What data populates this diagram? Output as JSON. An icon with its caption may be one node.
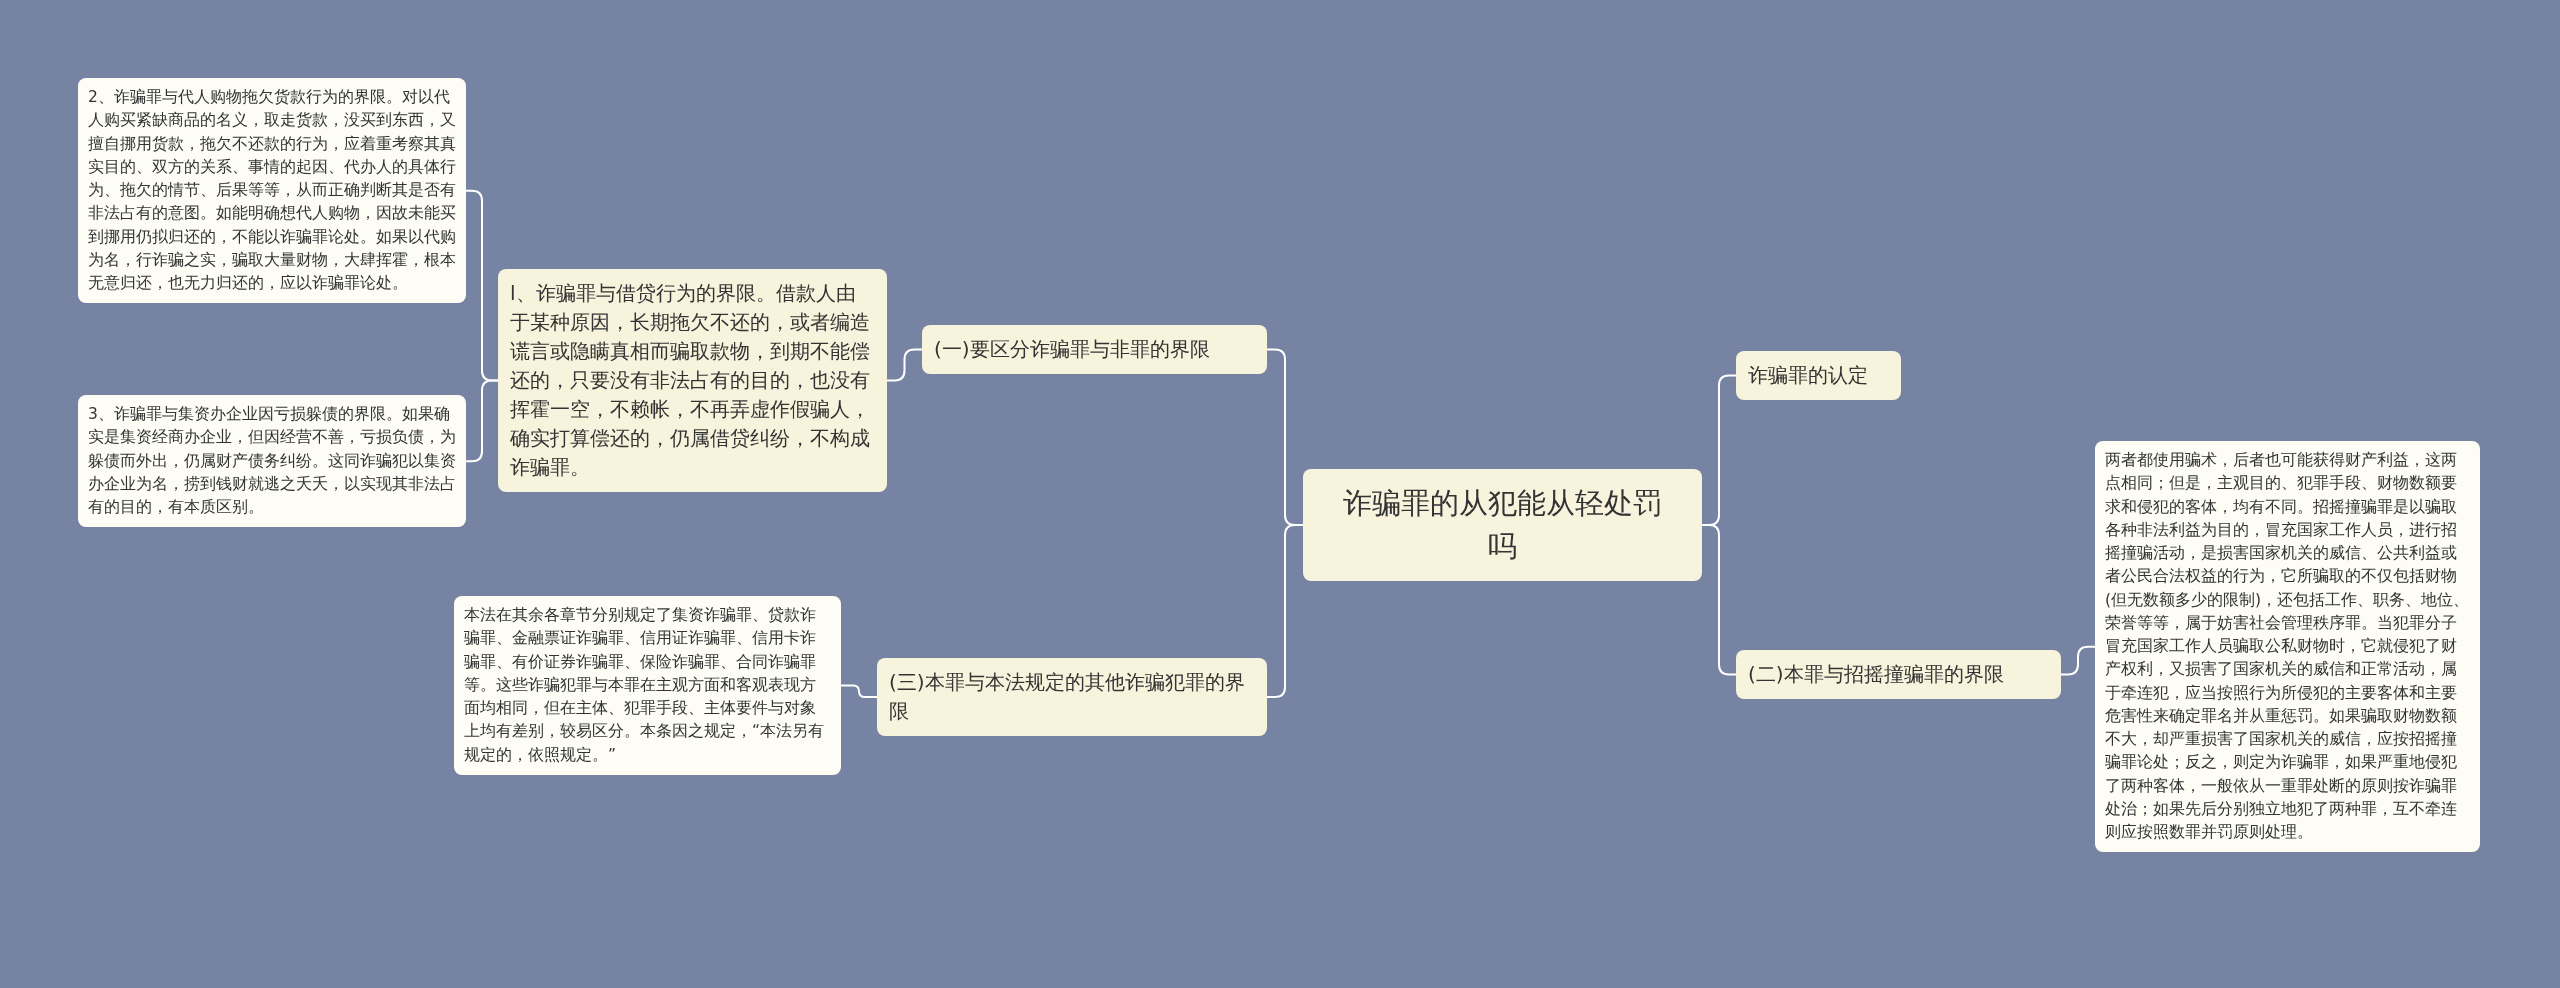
{
  "diagram": {
    "nodes": [
      {
        "text": [
          "诈骗罪的从犯能从轻处罚吗"
        ]
      },
      {
        "text": [
          "(一)要区分诈骗罪与非罪的界限"
        ]
      },
      {
        "text": [
          "l、诈骗罪与借贷行为的界限。借款人由于某种原因，长期拖欠不还的，或者编造谎言或隐瞒真相而骗取款物，到期不能偿还的，只要没有非法占有的目的，也没有挥霍一空，不赖帐，不再弄虚作假骗人，确实打算偿还的，仍属借贷纠纷，不构成诈骗罪。"
        ]
      },
      {
        "text": [
          "2、诈骗罪与代人购物拖欠货款行为的界限。对以代人购买紧缺商品的名义，取走货款，没买到东西，又擅自挪用货款，拖欠不还款的行为，应着重考察其真实目的、双方的关系、事情的起因、代办人的具体行为、拖欠的情节、后果等等，从而正确判断其是否有非法占有的意图。如能明确想代人购物，因故未能买到挪用仍拟归还的，不能以诈骗罪论处。如果以代购为名，行诈骗之实，骗取大量财物，大肆挥霍，根本无意归还，也无力归还的，应以诈骗罪论处。"
        ]
      },
      {
        "text": [
          "3、诈骗罪与集资办企业因亏损躲债的界限。如果确实是集资经商办企业，但因经营不善，亏损负债，为躲债而外出，仍属财产债务纠纷。这同诈骗犯以集资办企业为名，捞到钱财就逃之夭夭，以实现其非法占有的目的，有本质区别。"
        ]
      },
      {
        "text": [
          "(三)本罪与本法规定的其他诈骗犯罪的界限"
        ]
      },
      {
        "text": [
          "本法在其余各章节分别规定了集资诈骗罪、贷款诈骗罪、金融票证诈骗罪、信用证诈骗罪、信用卡诈骗罪、有价证券诈骗罪、保险诈骗罪、合同诈骗罪等。这些诈骗犯罪与本罪在主观方面和客观表现方面均相同，但在主体、犯罪手段、主体要件与对象上均有差别，较易区分。本条因之规定，“本法另有规定的，依照规定。”"
        ]
      },
      {
        "text": [
          "诈骗罪的认定"
        ]
      },
      {
        "text": [
          "(二)本罪与招摇撞骗罪的界限"
        ]
      },
      {
        "text": [
          "两者都使用骗术，后者也可能获得财产利益，这两点相同；但是，主观目的、犯罪手段、财物数额要求和侵犯的客体，均有不同。招摇撞骗罪是以骗取各种非法利益为目的，冒充国家工作人员，进行招摇撞骗活动，是损害国家机关的威信、公共利益或者公民合法权益的行为，它所骗取的不仅包括财物(但无数额多少的限制)，还包括工作、职务、地位、荣誉等等，属于妨害社会管理秩序罪。当犯罪分子冒充国家工作人员骗取公私财物时，它就侵犯了财产权利，又损害了国家机关的威信和正常活动，属于牵连犯，应当按照行为所侵犯的主要客体和主要危害性来确定罪名并从重惩罚。如果骗取财物数额不大，却严重损害了国家机关的威信，应按招摇撞骗罪论处；反之，则定为诈骗罪，如果严重地侵犯了两种客体，一般依从一重罪处断的原则按诈骗罪处治；如果先后分别独立地犯了两种罪，互不牵连则应按照数罪并罚原则处理。"
        ]
      }
    ],
    "edges": [
      {
        "from": 0,
        "to": 1,
        "arrow": "none"
      },
      {
        "from": 1,
        "to": 2,
        "arrow": "none"
      },
      {
        "from": 2,
        "to": 3,
        "arrow": "none"
      },
      {
        "from": 2,
        "to": 4,
        "arrow": "none"
      },
      {
        "from": 0,
        "to": 5,
        "arrow": "none"
      },
      {
        "from": 5,
        "to": 6,
        "arrow": "none"
      },
      {
        "from": 0,
        "to": 7,
        "arrow": "none"
      },
      {
        "from": 0,
        "to": 8,
        "arrow": "none"
      },
      {
        "from": 8,
        "to": 9,
        "arrow": "none"
      }
    ]
  }
}
